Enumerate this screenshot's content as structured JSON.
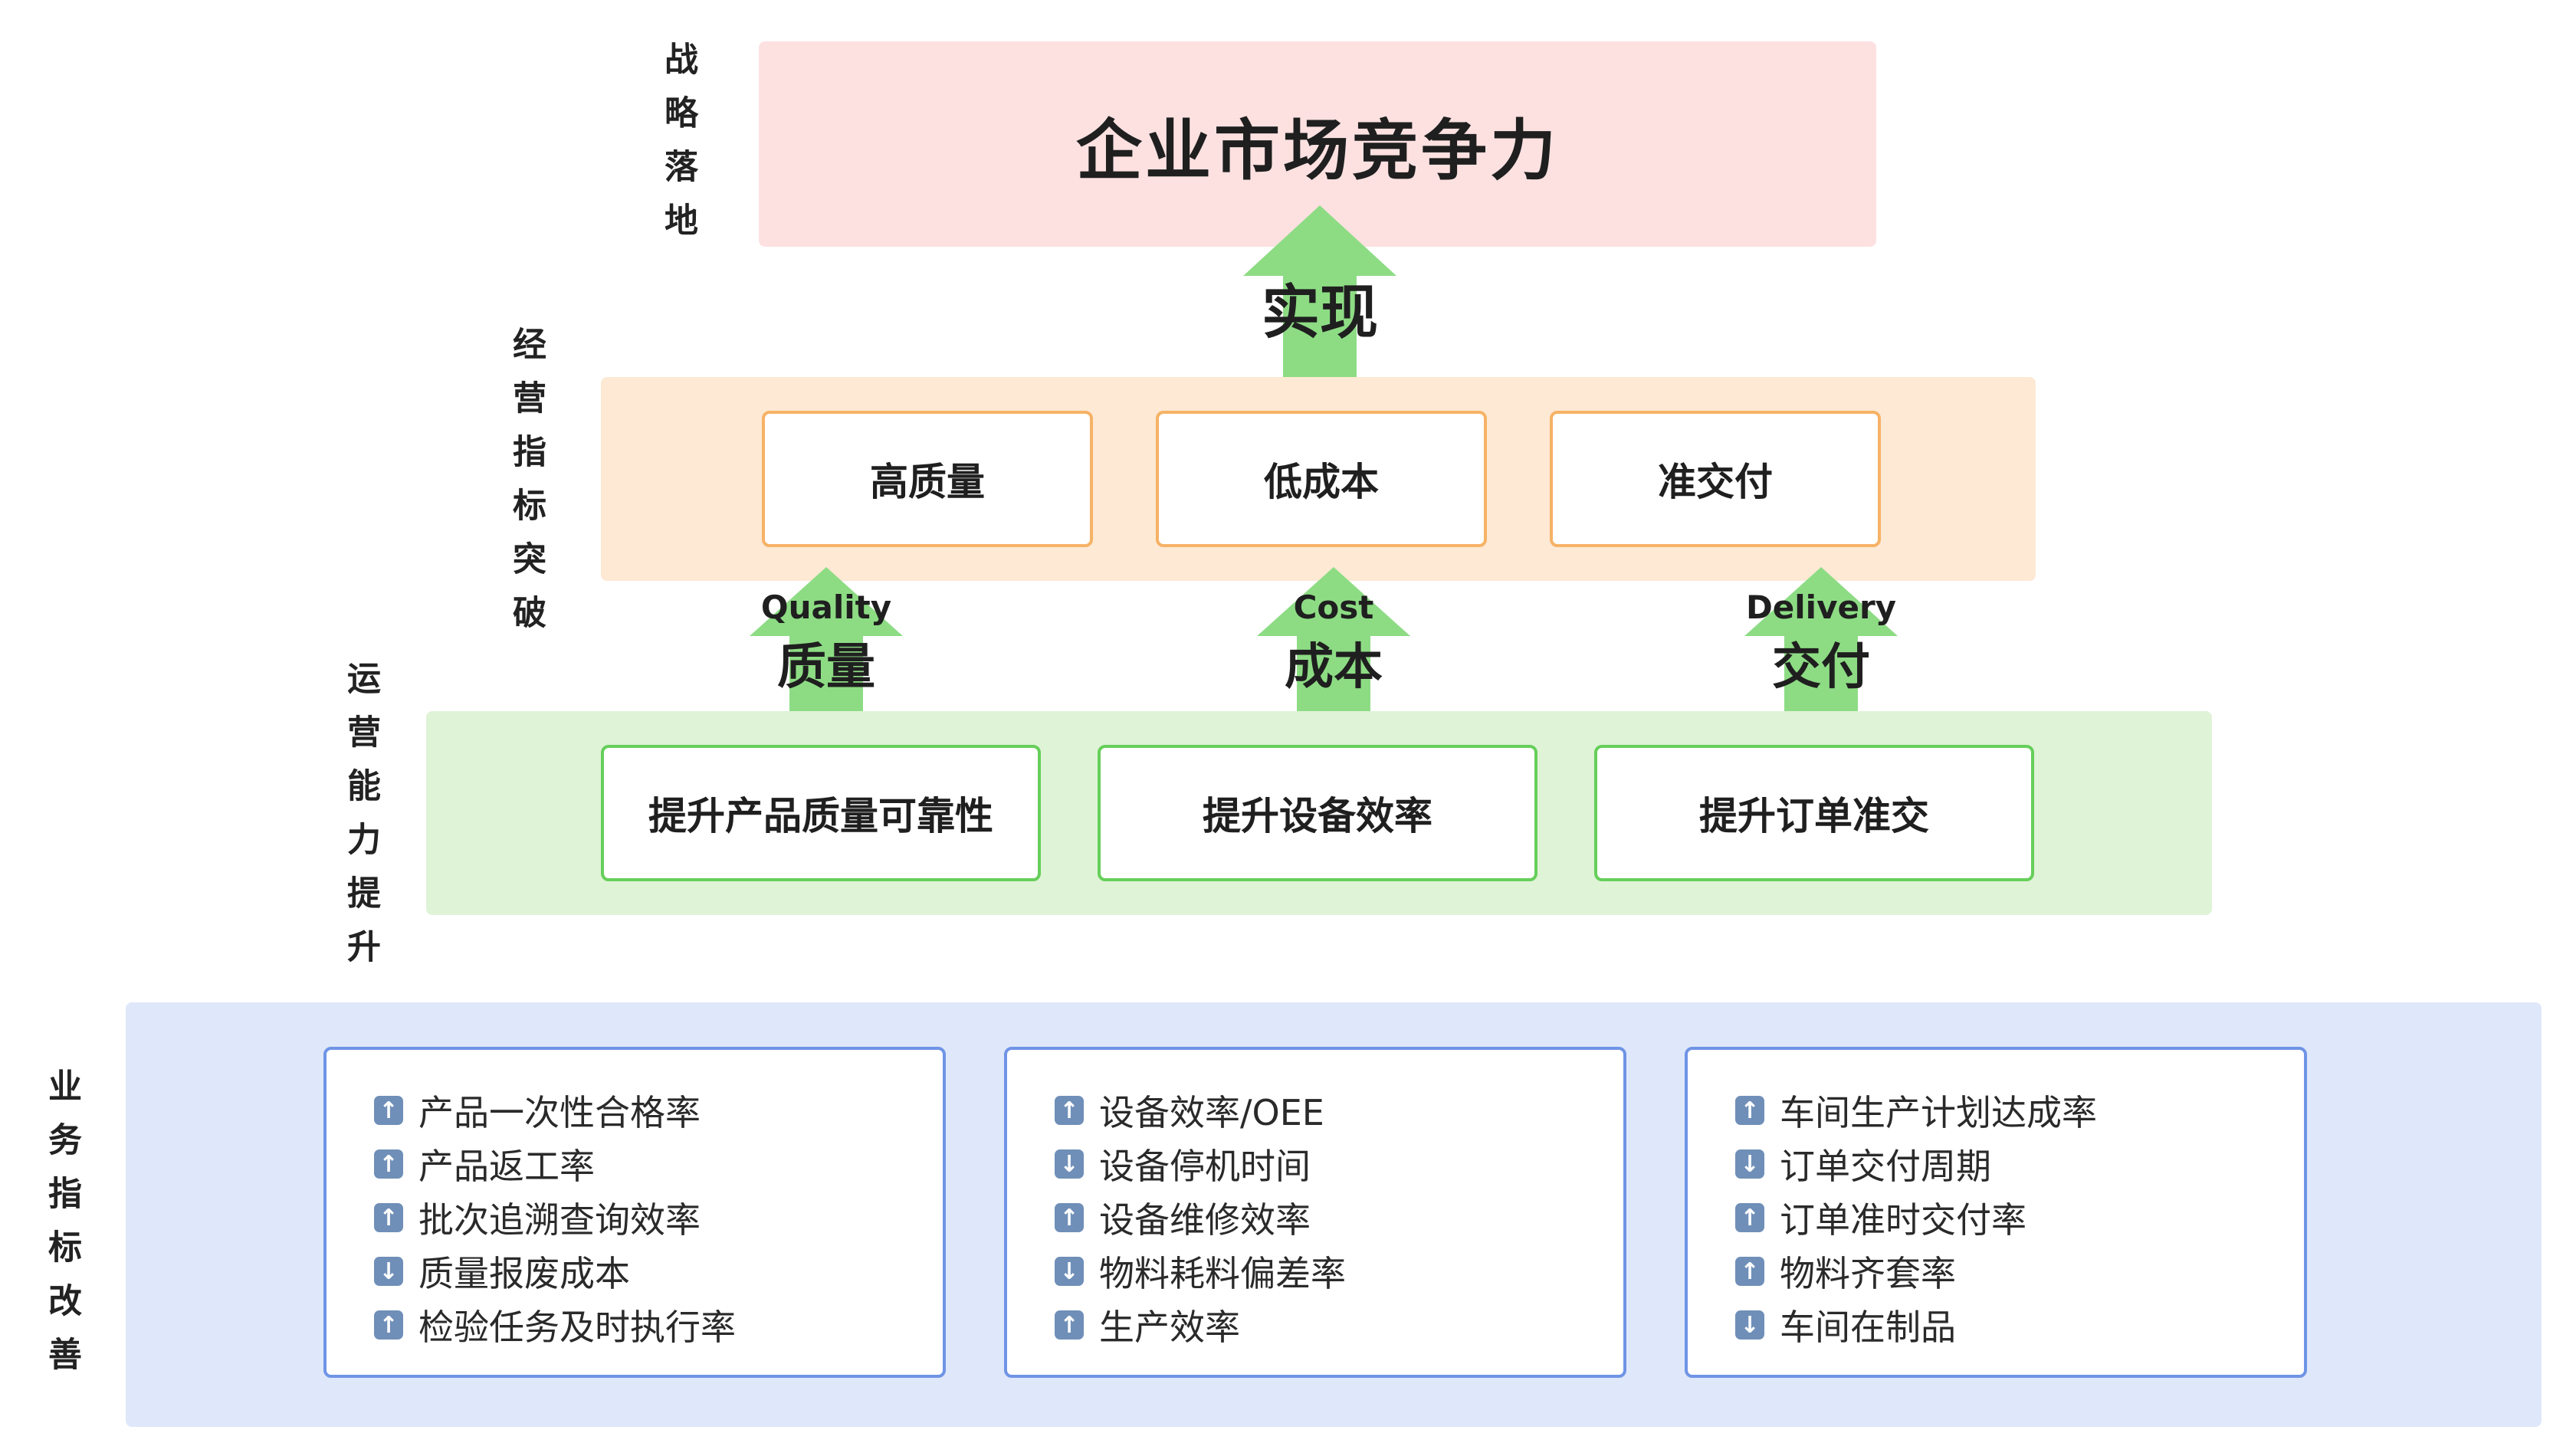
{
  "layers": {
    "strategy_label": "战略落地",
    "ops_label": "经营指标突破",
    "capability_label": "运营能力提升",
    "business_label": "业务指标改善"
  },
  "top": {
    "title": "企业市场竞争力"
  },
  "realize_arrow": {
    "label": "实现"
  },
  "ops_boxes": [
    "高质量",
    "低成本",
    "准交付"
  ],
  "qcd_arrows": [
    {
      "en": "Quality",
      "zh": "质量"
    },
    {
      "en": "Cost",
      "zh": "成本"
    },
    {
      "en": "Delivery",
      "zh": "交付"
    }
  ],
  "capability_boxes": [
    "提升产品质量可靠性",
    "提升设备效率",
    "提升订单准交"
  ],
  "metric_groups": [
    {
      "items": [
        {
          "trend": "up",
          "label": "产品一次性合格率"
        },
        {
          "trend": "up",
          "label": "产品返工率"
        },
        {
          "trend": "up",
          "label": "批次追溯查询效率"
        },
        {
          "trend": "down",
          "label": "质量报废成本"
        },
        {
          "trend": "up",
          "label": "检验任务及时执行率"
        }
      ]
    },
    {
      "items": [
        {
          "trend": "up",
          "label": "设备效率/OEE"
        },
        {
          "trend": "down",
          "label": "设备停机时间"
        },
        {
          "trend": "up",
          "label": "设备维修效率"
        },
        {
          "trend": "down",
          "label": "物料耗料偏差率"
        },
        {
          "trend": "up",
          "label": "生产效率"
        }
      ]
    },
    {
      "items": [
        {
          "trend": "up",
          "label": "车间生产计划达成率"
        },
        {
          "trend": "down",
          "label": "订单交付周期"
        },
        {
          "trend": "up",
          "label": "订单准时交付率"
        },
        {
          "trend": "up",
          "label": "物料齐套率"
        },
        {
          "trend": "down",
          "label": "车间在制品"
        }
      ]
    }
  ],
  "colors": {
    "strategy_band": "#fde1e1",
    "ops_band": "#fde9d4",
    "capability_band": "#dff3d7",
    "business_band": "#dfe8fa",
    "arrow": "#8ddc84",
    "ops_box_border": "#f6b266",
    "capability_box_border": "#66cf5a",
    "metric_box_border": "#6f94e6"
  }
}
